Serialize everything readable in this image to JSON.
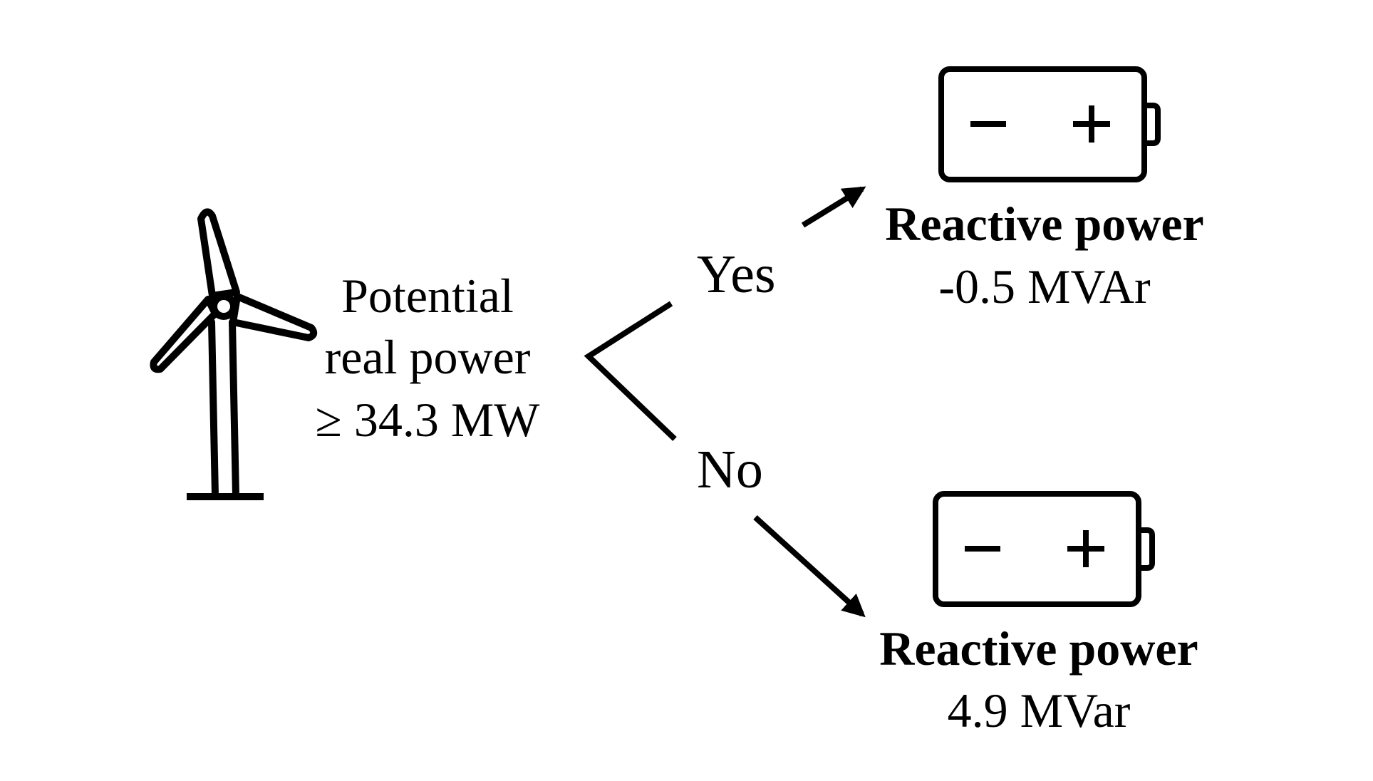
{
  "condition": {
    "line1": "Potential",
    "line2": "real power",
    "line3": "≥ 34.3 MW"
  },
  "branches": {
    "yes_label": "Yes",
    "no_label": "No"
  },
  "outcomes": {
    "yes": {
      "title": "Reactive power",
      "value": "-0.5 MVAr"
    },
    "no": {
      "title": "Reactive power",
      "value": "4.9 MVar"
    }
  },
  "icons": {
    "source": "wind-turbine-icon",
    "outcome": "battery-icon"
  },
  "battery_symbols": {
    "minus": "−",
    "plus": "+"
  },
  "colors": {
    "ink": "#000000",
    "background": "#ffffff"
  }
}
